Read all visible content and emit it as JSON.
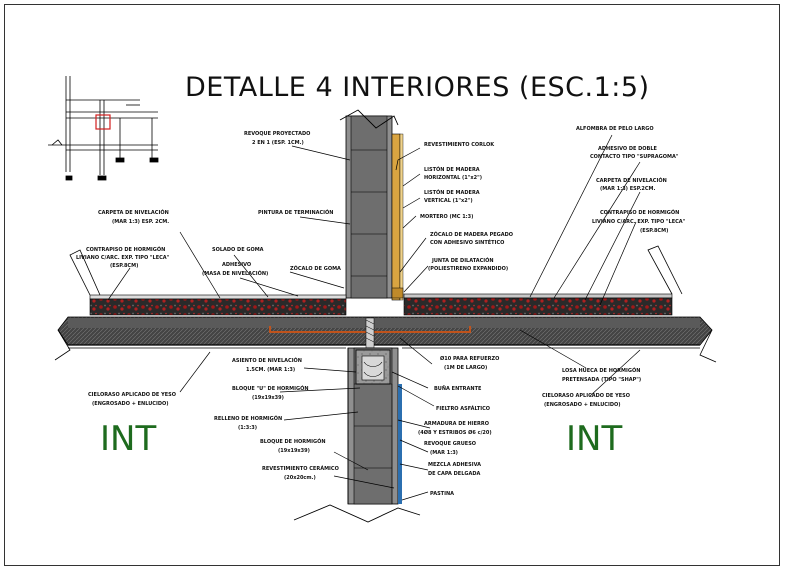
{
  "title": "DETALLE 4 INTERIORES (ESC.1:5)",
  "zones": {
    "left": "INT",
    "right": "INT"
  },
  "notes": {
    "revoque_proyectado_1": "REVOQUE PROYECTADO",
    "revoque_proyectado_2": "2 EN 1 (ESP. 1CM.)",
    "revestimiento_corlok": "REVESTIMIENTO CORLOK",
    "liston_horizontal_1": "LISTÓN DE MADERA",
    "liston_horizontal_2": "HORIZONTAL (1\"x2\")",
    "liston_vertical_1": "LISTÓN DE MADERA",
    "liston_vertical_2": "VERTICAL (1\"x2\")",
    "pintura": "PINTURA DE TERMINACIÓN",
    "montero": "MORTERO (MC 1:3)",
    "zocalo_madera_1": "ZÓCALO DE MADERA PEGADO",
    "zocalo_madera_2": "CON ADHESIVO SINTÉTICO",
    "junta_1": "JUNTA DE DILATACIÓN",
    "junta_2": "(POLIESTIRENO EXPANDIDO)",
    "carpeta_left_1": "CARPETA DE NIVELACIÓN",
    "carpeta_left_2": "(MAR 1:3) ESP. 2CM.",
    "solado": "SOLADO DE GOMA",
    "adhesivo_left_1": "ADHESIVO",
    "adhesivo_left_2": "(MASA DE NIVELACIÓN)",
    "zocalo_goma": "ZÓCALO DE GOMA",
    "contrapiso_left_1": "CONTRAPISO DE HORMIGÓN",
    "contrapiso_left_2": "LIVIANO C/ARC. EXP. TIPO \"LECA\"",
    "contrapiso_left_3": "(ESP.8CM)",
    "alfombra": "ALFOMBRA DE PELO LARGO",
    "adhesivo_right_1": "ADHESIVO DE DOBLE",
    "adhesivo_right_2": "CONTACTO TIPO \"SUPRAGOMA\"",
    "carpeta_right_1": "CARPETA DE NIVELACIÓN",
    "carpeta_right_2": "(MAR 1:3) ESP.2CM.",
    "contrapiso_right_1": "CONTRAPISO DE HORMIGÓN",
    "contrapiso_right_2": "LIVIANO C/ARC. EXP. TIPO \"LECA\"",
    "contrapiso_right_3": "(ESP.8CM)",
    "asiento_1": "ASIENTO DE NIVELACIÓN",
    "asiento_2": "1.5CM. (MAR 1:3)",
    "bloque_u_1": "BLOQUE \"U\" DE HORMIGÓN",
    "bloque_u_2": "(19x19x39)",
    "relleno_1": "RELLENO DE HORMIGÓN",
    "relleno_2": "(1:3:3)",
    "phi10_1": "Ø10 PARA REFUERZO",
    "phi10_2": "(1M DE LARGO)",
    "buna": "BUÑA ENTRANTE",
    "fieltro": "FIELTRO ASFÁLTICO",
    "cieloraso_left_1": "CIELORASO APLICADO DE YESO",
    "cieloraso_left_2": "(ENGROSADO + ENLUCIDO)",
    "losa_1": "LOSA HUECA DE HORMIGÓN",
    "losa_2": "PRETENSADA (TIPO \"SHAP\")",
    "cieloraso_right_1": "CIELORASO APLICADO DE YESO",
    "cieloraso_right_2": "(ENGROSADO + ENLUCIDO)",
    "armadura_1": "ARMADURA DE HIERRO",
    "armadura_2": "(4Ø8 Y ESTRIBOS Ø6 c/20)",
    "bloque_h_1": "BLOQUE DE HORMIGÓN",
    "bloque_h_2": "(19x19x39)",
    "revoque_grueso_1": "REVOQUE GRUESO",
    "revoque_grueso_2": "(MAR 1:3)",
    "revest_ceramico_1": "REVESTIMIENTO CERÁMICO",
    "revest_ceramico_2": "(20x20cm.)",
    "mezcla_1": "MEZCLA ADHESIVA",
    "mezcla_2": "DE CAPA DELGADA",
    "pastina": "PASTINA"
  },
  "colors": {
    "screed": "#8b1a1a",
    "zone_text": "#1e6b1e",
    "wood": "#d9a441",
    "slab": "#555555"
  }
}
